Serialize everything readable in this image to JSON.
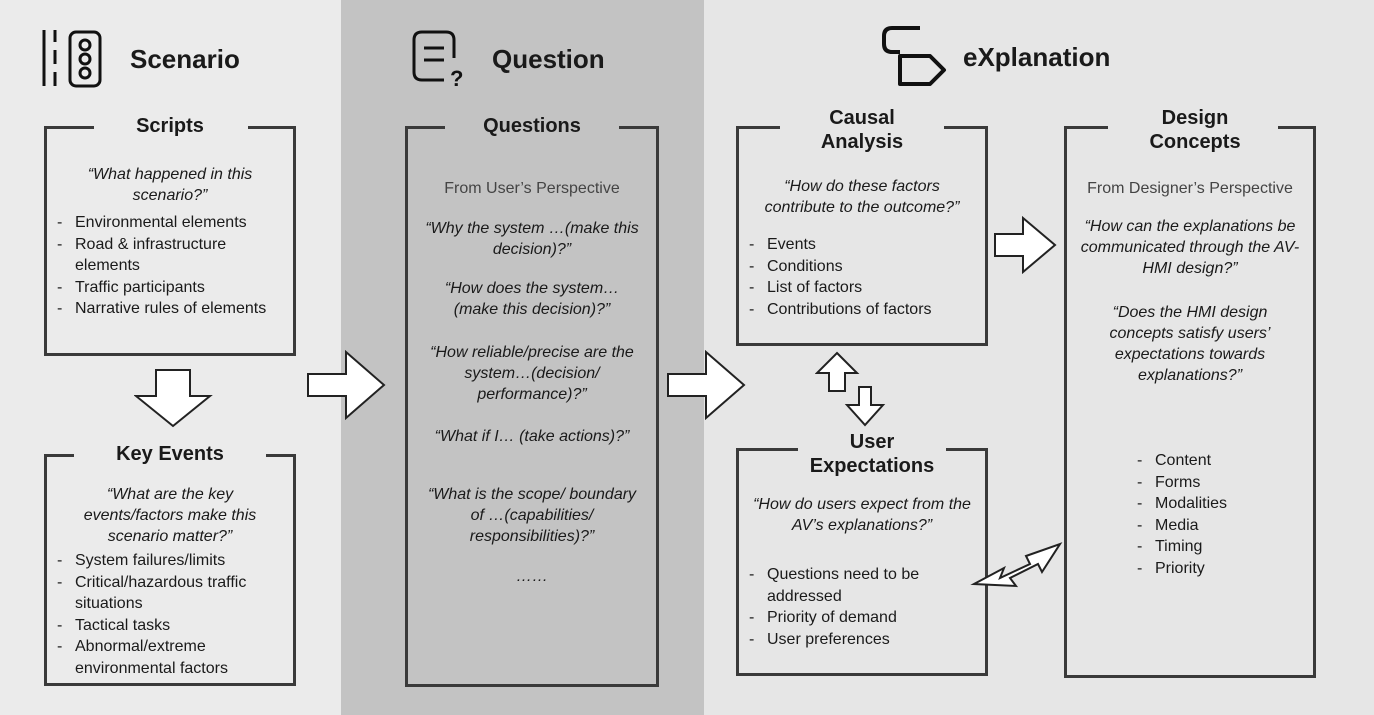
{
  "scenario": {
    "title": "Scenario",
    "scripts": {
      "title": "Scripts",
      "question": "“What happened in this scenario?”",
      "items": [
        "Environmental elements",
        "Road & infrastructure elements",
        "Traffic participants",
        "Narrative rules of elements"
      ]
    },
    "key_events": {
      "title": "Key Events",
      "question": "“What are the key events/factors make this scenario matter?”",
      "items": [
        "System failures/limits",
        "Critical/hazardous traffic situations",
        "Tactical tasks",
        "Abnormal/extreme environmental factors"
      ]
    }
  },
  "question": {
    "title": "Question",
    "box": {
      "title": "Questions",
      "perspective": "From User’s Perspective",
      "q1": "“Why the system …(make this decision)?”",
      "q2": "“How does the system… (make this decision)?”",
      "q3": "“How reliable/precise are the system…(decision/ performance)?”",
      "q4": "“What if I… (take actions)?”",
      "q5": "“What is the scope/ boundary of …(capabilities/ responsibilities)?”",
      "ellipsis": "……"
    }
  },
  "explanation": {
    "title": "eXplanation",
    "causal": {
      "title": "Causal Analysis",
      "question": "“How do these factors contribute to the outcome?”",
      "items": [
        "Events",
        "Conditions",
        "List of factors",
        "Contributions of factors"
      ]
    },
    "user_expectations": {
      "title": "User Expectations",
      "question": "“How do users expect from the AV’s explanations?”",
      "items": [
        "Questions need to be addressed",
        "Priority of demand",
        "User preferences"
      ]
    },
    "design": {
      "title": "Design Concepts",
      "perspective": "From Designer’s Perspective",
      "q1": "“How can the explanations be communicated through the AV-HMI design?”",
      "q2": "“Does the HMI design concepts satisfy users’ expectations towards explanations?”",
      "items": [
        "Content",
        "Forms",
        "Modalities",
        "Media",
        "Timing",
        "Priority"
      ]
    }
  },
  "colors": {
    "scenario_bg": "#ebebeb",
    "question_bg": "#c3c3c3",
    "explanation_bg": "#e6e6e6",
    "line": "#3a3a3a"
  }
}
